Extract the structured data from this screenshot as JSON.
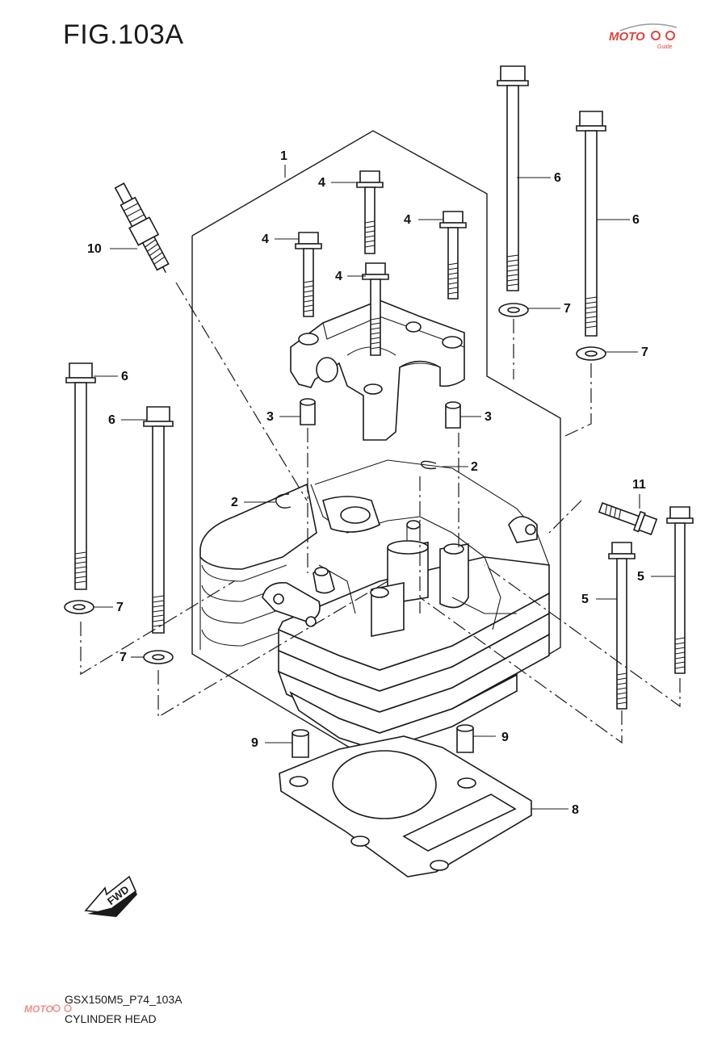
{
  "figure": {
    "title": "FIG.103A",
    "code": "GSX150M5_P74_103A",
    "name": "CYLINDER HEAD"
  },
  "badges": {
    "forward": "FWD"
  },
  "watermark": {
    "text": "MOTO",
    "sub": "Guide"
  },
  "callouts": [
    "1",
    "2",
    "2",
    "3",
    "3",
    "4",
    "4",
    "4",
    "4",
    "5",
    "5",
    "6",
    "6",
    "6",
    "6",
    "7",
    "7",
    "7",
    "7",
    "8",
    "9",
    "9",
    "10",
    "11"
  ],
  "colors": {
    "ink": "#1a1a1a",
    "watermark_red": "#e0443c",
    "watermark_gray": "#9a9a9a"
  }
}
